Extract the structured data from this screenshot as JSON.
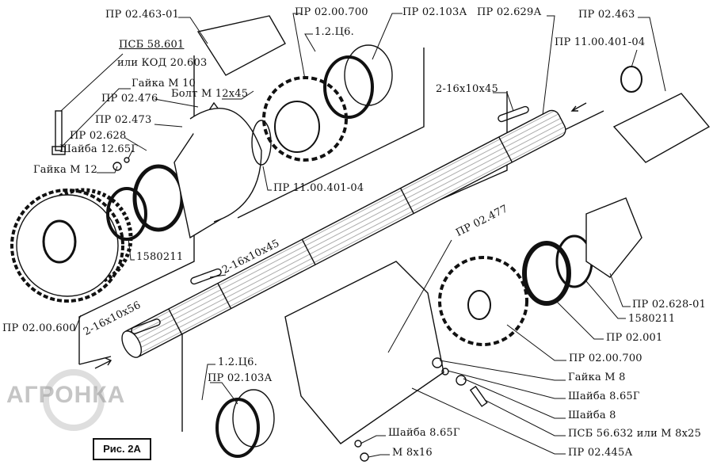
{
  "figure_caption": "Рис. 2А",
  "watermark": "АГРОНКА",
  "labels": {
    "l1": "ПР 02.463-01",
    "l2a": "ПСБ 58.601",
    "l2b": "или КОД 20.603",
    "l3": "Гайка М 10",
    "l4": "ПР 02.476",
    "l5": "Болт М 12х45",
    "l6": "ПР 02.473",
    "l7": "ПР 02.628",
    "l8": "Шайба 12.65Г",
    "l9": "Гайка М 12",
    "l10": "ПР 02.00.700",
    "l11": "1.2.Ц6.",
    "l12": "ПР 02.103А",
    "l13": "ПР 02.629А",
    "l14": "ПР 02.463",
    "l15": "ПР 11.00.401-04",
    "l16": "2-16х10х45",
    "l17": "ПР 11.00.401-04",
    "l18": "ПР 02.477",
    "l19": "1580211",
    "l20": "2-16х10х45",
    "l21": "2-16х10х56",
    "l22": "ПР 02.00.600",
    "l23": "ПР 02.628-01",
    "l24": "1580211",
    "l25": "ПР 02.001",
    "l26": "ПР 02.00.700",
    "l27": "Гайка М 8",
    "l28": "Шайба 8.65Г",
    "l29": "Шайба 8",
    "l30": "ПСБ 56.632 или М 8х25",
    "l31": "ПР 02.445А",
    "l32": "1.2.Ц6.",
    "l33": "ПР 02.103А",
    "l34": "Шайба 8.65Г",
    "l35": "М 8х16"
  }
}
